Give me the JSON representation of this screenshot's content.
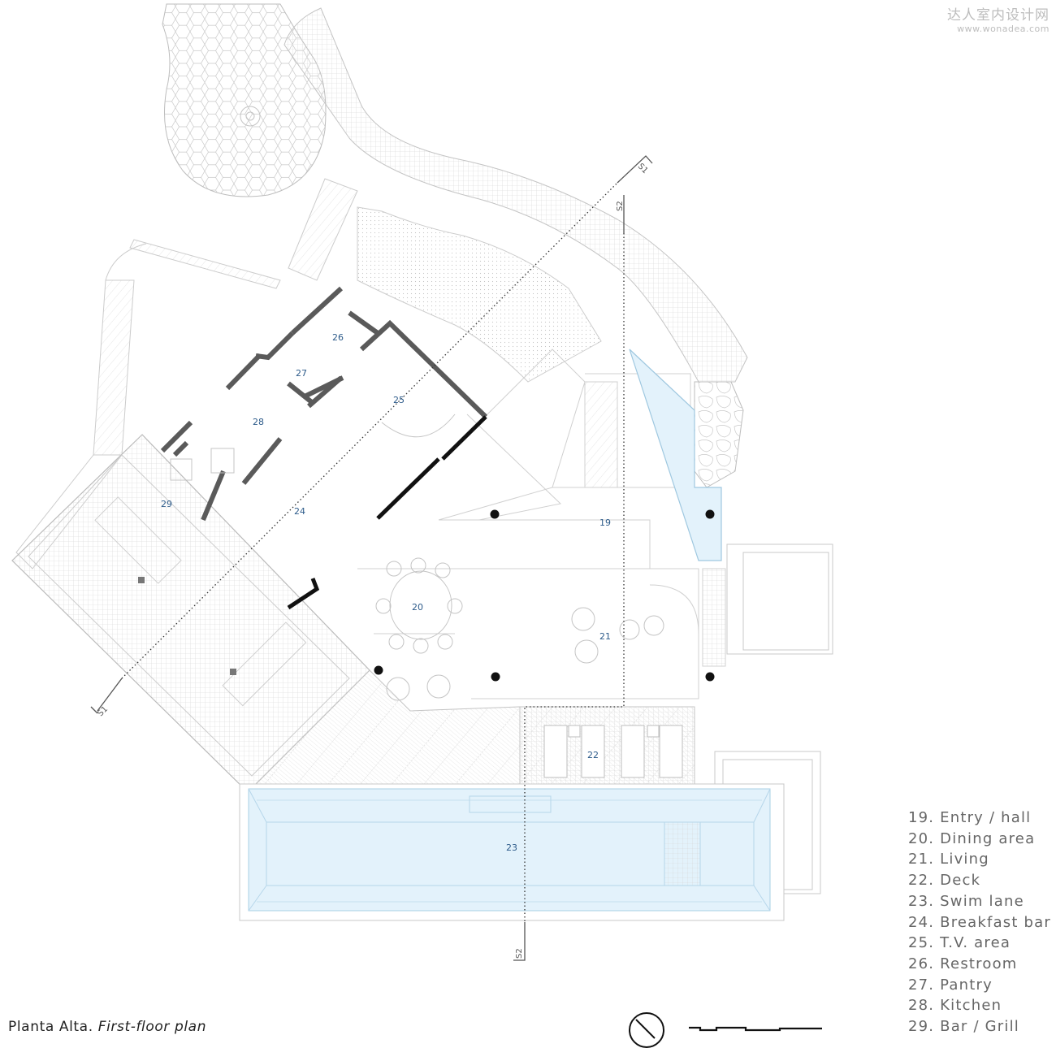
{
  "watermark": {
    "name": "达人室内设计网",
    "url": "www.wonadea.com"
  },
  "caption": {
    "spanish": "Planta Alta.",
    "english": "First-floor plan"
  },
  "legend": [
    "19. Entry / hall",
    "20. Dining area",
    "21. Living",
    "22. Deck",
    "23.  Swim lane",
    "24. Breakfast bar",
    "25. T.V. area",
    "26. Restroom",
    "27. Pantry",
    "28. Kitchen",
    "29. Bar / Grill"
  ],
  "room_numbers": {
    "r19": "19",
    "r20": "20",
    "r21": "21",
    "r22": "22",
    "r23": "23",
    "r24": "24",
    "r25": "25",
    "r26": "26",
    "r27": "27",
    "r28": "28",
    "r29": "29"
  },
  "section_tags": {
    "s1_top": "S1",
    "s1_bottom": "S1",
    "s2_top": "S2",
    "s2_bottom": "S2"
  },
  "colors": {
    "water": "#e3f2fb",
    "wall": "#555555",
    "room_label": "#2d5b8a",
    "linework": "#cfcfcf"
  }
}
